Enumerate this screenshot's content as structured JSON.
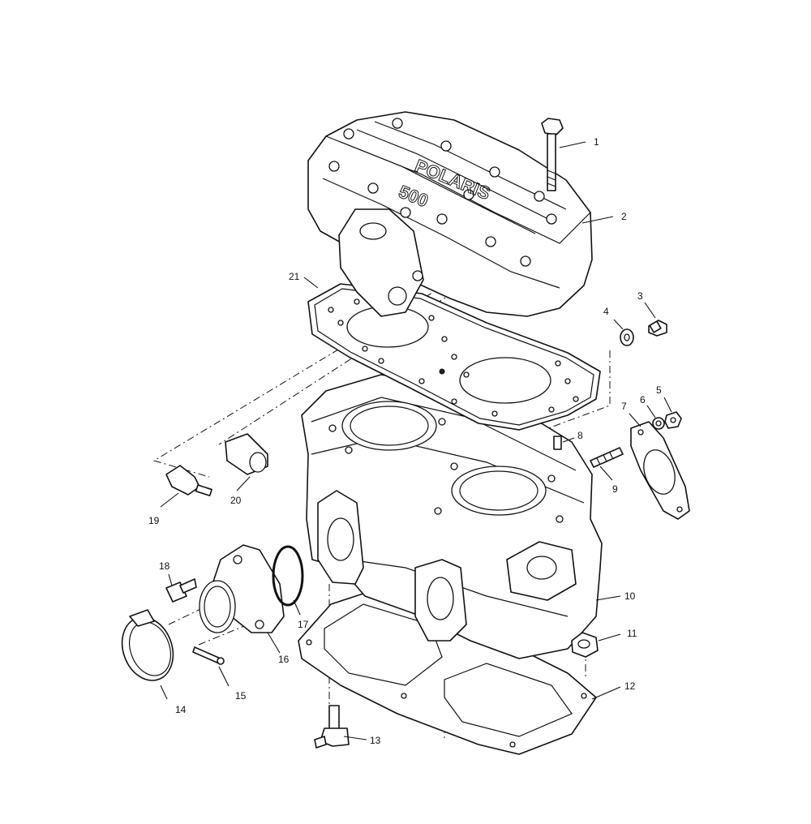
{
  "diagram": {
    "callouts": [
      {
        "id": "1",
        "label": "1"
      },
      {
        "id": "2",
        "label": "2"
      },
      {
        "id": "3",
        "label": "3"
      },
      {
        "id": "4",
        "label": "4"
      },
      {
        "id": "5",
        "label": "5"
      },
      {
        "id": "6",
        "label": "6"
      },
      {
        "id": "7",
        "label": "7"
      },
      {
        "id": "8",
        "label": "8"
      },
      {
        "id": "9",
        "label": "9"
      },
      {
        "id": "10",
        "label": "10"
      },
      {
        "id": "11",
        "label": "11"
      },
      {
        "id": "12",
        "label": "12"
      },
      {
        "id": "13",
        "label": "13"
      },
      {
        "id": "14",
        "label": "14"
      },
      {
        "id": "15",
        "label": "15"
      },
      {
        "id": "16",
        "label": "16"
      },
      {
        "id": "17",
        "label": "17"
      },
      {
        "id": "18",
        "label": "18"
      },
      {
        "id": "19",
        "label": "19"
      },
      {
        "id": "20",
        "label": "20"
      },
      {
        "id": "21",
        "label": "21"
      }
    ],
    "head_cast_lettering": {
      "brand": "POLARIS",
      "model": "500"
    }
  }
}
